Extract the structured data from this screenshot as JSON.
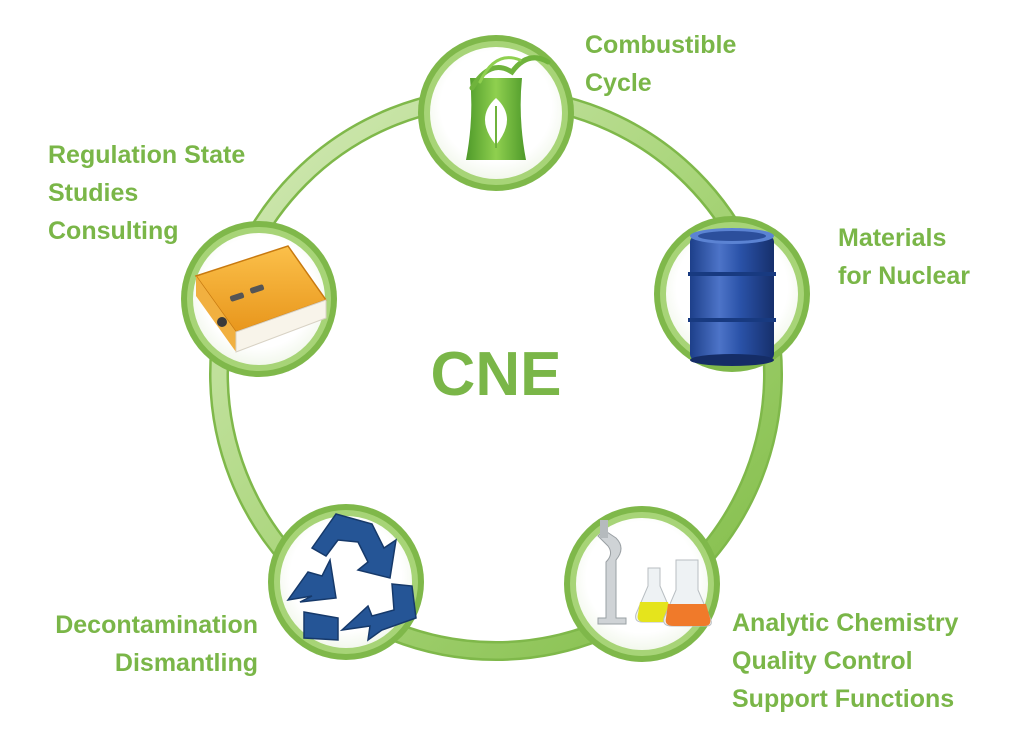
{
  "center": {
    "label": "CNE"
  },
  "colors": {
    "accent": "#7ab648",
    "ring": "#8cc63f",
    "ring_light": "#c9e3a6"
  },
  "nodes": [
    {
      "id": "combustible-cycle",
      "icon": "cooling-tower-leaf-icon",
      "lines": [
        "Combustible",
        "Cycle"
      ]
    },
    {
      "id": "materials-nuclear",
      "icon": "blue-barrel-icon",
      "lines": [
        "Materials",
        "for Nuclear"
      ]
    },
    {
      "id": "analytic-chemistry",
      "icon": "lab-flasks-microscope-icon",
      "lines": [
        "Analytic Chemistry",
        "Quality Control",
        "Support Functions"
      ]
    },
    {
      "id": "decontamination",
      "icon": "recycle-arrows-icon",
      "lines": [
        "Decontamination",
        "Dismantling"
      ]
    },
    {
      "id": "regulation",
      "icon": "orange-binder-icon",
      "lines": [
        "Regulation State",
        "Studies",
        "Consulting"
      ]
    }
  ]
}
